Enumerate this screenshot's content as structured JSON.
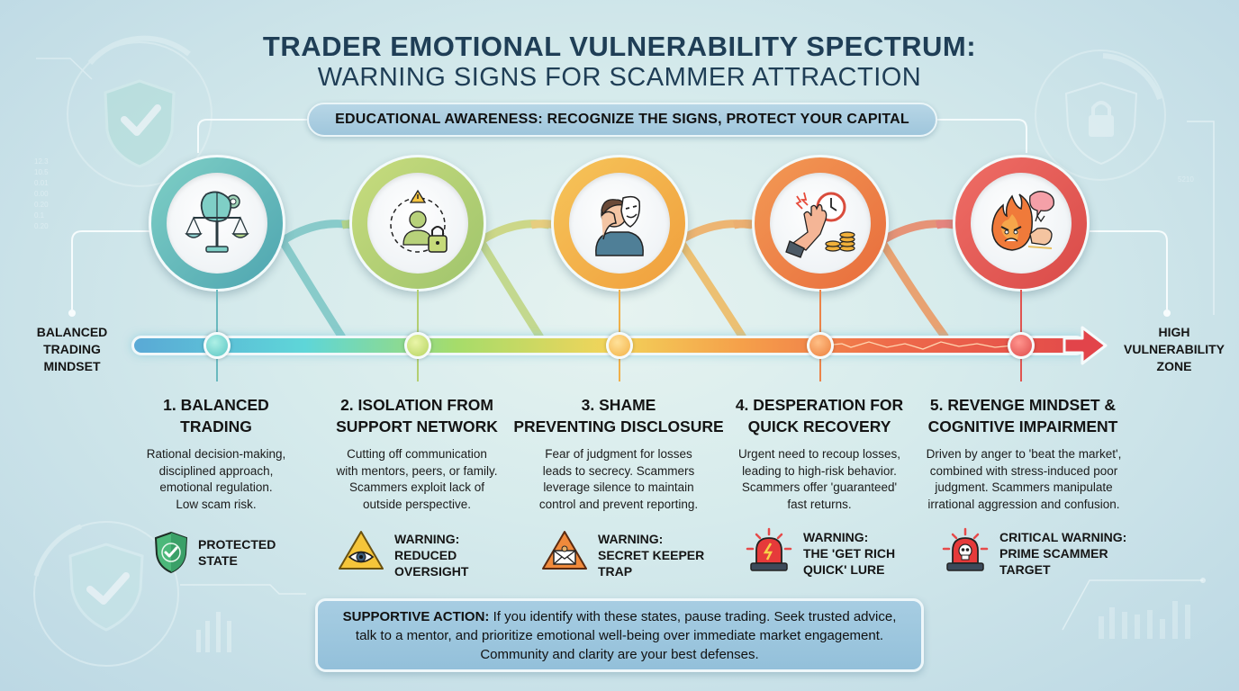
{
  "header": {
    "title_line1": "TRADER EMOTIONAL VULNERABILITY SPECTRUM:",
    "title_line2": "WARNING SIGNS FOR SCAMMER ATTRACTION",
    "banner": "EDUCATIONAL AWARENESS: RECOGNIZE THE SIGNS, PROTECT YOUR CAPITAL"
  },
  "spectrum": {
    "start_label": [
      "BALANCED",
      "TRADING",
      "MINDSET"
    ],
    "end_label": [
      "HIGH",
      "VULNERABILITY",
      "ZONE"
    ],
    "gradient_colors": [
      "#5aa9d6",
      "#5ed6d8",
      "#a6dc6a",
      "#f2d45a",
      "#f5a04a",
      "#ee6a4a",
      "#e34a4a"
    ]
  },
  "stages": [
    {
      "number": "1",
      "title_line1": "1. BALANCED",
      "title_line2": "TRADING",
      "icon": "brain-scales-gear-icon",
      "color": "#5fb8b4",
      "description": [
        "Rational decision-making,",
        "disciplined approach,",
        "emotional regulation.",
        "Low scam risk."
      ],
      "badge_icon": "green-shield-check-icon",
      "badge_line1": "PROTECTED",
      "badge_line2": "STATE",
      "badge_line3": ""
    },
    {
      "number": "2",
      "title_line1": "2. ISOLATION FROM",
      "title_line2": "SUPPORT NETWORK",
      "icon": "isolated-person-lock-icon",
      "color": "#b5cf74",
      "description": [
        "Cutting off communication",
        "with mentors, peers, or family.",
        "Scammers exploit lack of",
        "outside perspective."
      ],
      "badge_icon": "yellow-warning-eye-icon",
      "badge_line1": "WARNING:",
      "badge_line2": "REDUCED",
      "badge_line3": "OVERSIGHT"
    },
    {
      "number": "3",
      "title_line1": "3. SHAME",
      "title_line2": "PREVENTING DISCLOSURE",
      "icon": "person-hiding-mask-icon",
      "color": "#f2b24a",
      "description": [
        "Fear of judgment for losses",
        "leads to secrecy. Scammers",
        "leverage silence to maintain",
        "control and prevent reporting."
      ],
      "badge_icon": "orange-warning-envelope-icon",
      "badge_line1": "WARNING:",
      "badge_line2": "SECRET KEEPER",
      "badge_line3": "TRAP"
    },
    {
      "number": "4",
      "title_line1": "4. DESPERATION FOR",
      "title_line2": "QUICK RECOVERY",
      "icon": "hand-clock-coins-icon",
      "color": "#ee8a4a",
      "description": [
        "Urgent need to recoup losses,",
        "leading to high-risk behavior.",
        "Scammers offer 'guaranteed'",
        "fast returns."
      ],
      "badge_icon": "red-siren-lightning-icon",
      "badge_line1": "WARNING:",
      "badge_line2": "THE 'GET RICH",
      "badge_line3": "QUICK' LURE"
    },
    {
      "number": "5",
      "title_line1": "5. REVENGE MINDSET &",
      "title_line2": "COGNITIVE IMPAIRMENT",
      "icon": "angry-fire-brain-fist-icon",
      "color": "#e55a56",
      "description": [
        "Driven by anger to 'beat the market',",
        "combined with stress-induced poor",
        "judgment. Scammers manipulate",
        "irrational aggression and confusion."
      ],
      "badge_icon": "red-siren-skull-icon",
      "badge_line1": "CRITICAL WARNING:",
      "badge_line2": "PRIME SCAMMER",
      "badge_line3": "TARGET"
    }
  ],
  "footer": {
    "label": "SUPPORTIVE ACTION:",
    "text": " If you identify with these states, pause trading. Seek trusted advice, talk to a mentor, and prioritize emotional well-being over immediate market engagement. Community and clarity are your best defenses."
  }
}
